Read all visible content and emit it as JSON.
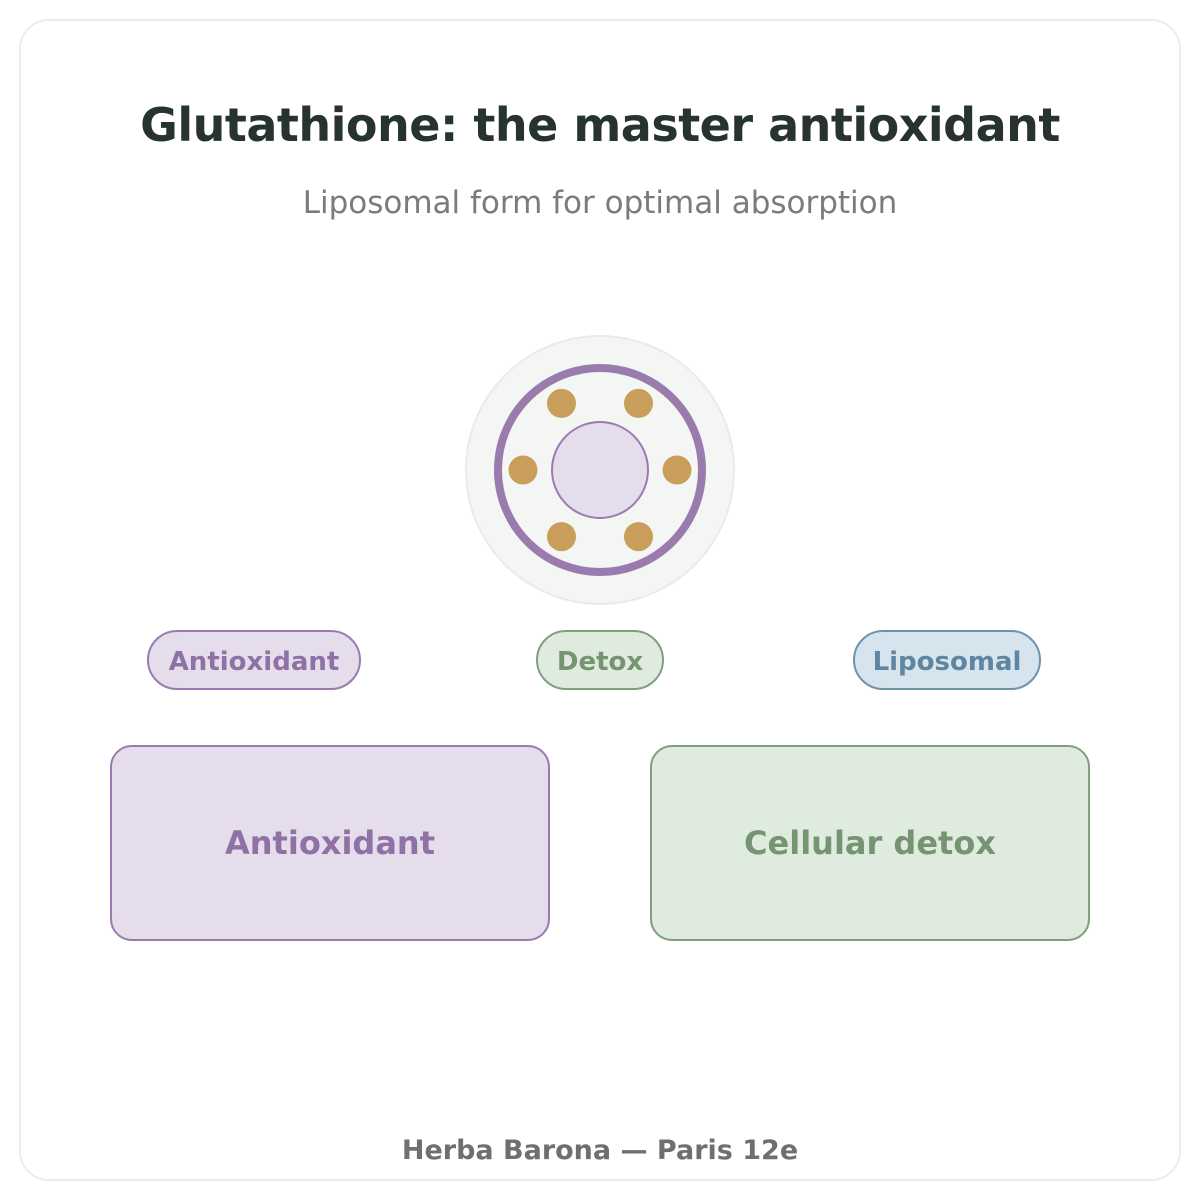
{
  "header": {
    "title": "Glutathione: the master antioxidant",
    "subtitle": "Liposomal form for optimal absorption"
  },
  "tags": [
    {
      "label": "Antioxidant",
      "color": "#8f71a6"
    },
    {
      "label": "Detox",
      "color": "#759471"
    },
    {
      "label": "Liposomal",
      "color": "#5f85a0"
    }
  ],
  "boxes": [
    {
      "label": "Antioxidant",
      "color": "#8f71a6"
    },
    {
      "label": "Cellular detox",
      "color": "#759471"
    }
  ],
  "liposome_icon": {
    "name": "liposome-icon",
    "membrane_color": "#9a7bad",
    "particle_color": "#c99d5a",
    "particle_count": 6
  },
  "footer": {
    "text": "Herba Barona — Paris 12e"
  }
}
